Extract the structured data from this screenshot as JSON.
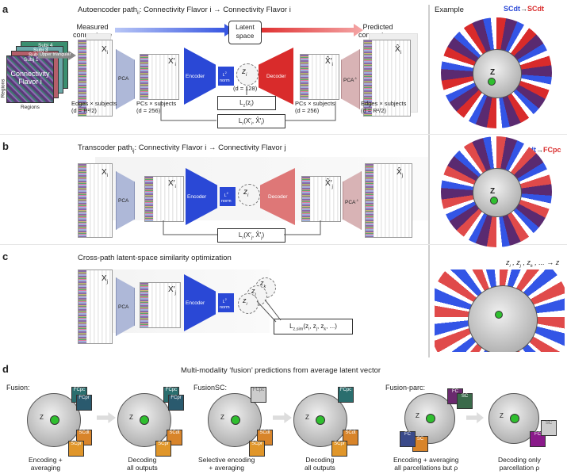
{
  "panels": {
    "a": {
      "letter": "a",
      "title": "Autoencoder path",
      "title_sub": "ii",
      "title_rest": ": Connectivity Flavor i → Connectivity Flavor i",
      "measured": "Measured\nconnectome",
      "predicted": "Predicted\nconnectome",
      "latent": "Latent\nspace",
      "regions_y": "Regions",
      "regions_x": "Regions",
      "upper": "Upper triangular",
      "stack_labels": [
        "Subj 4",
        "Subj 3",
        "Subj 2",
        "Subj 1"
      ],
      "flavor": "Connectivity\nFlavor i",
      "xi": "X",
      "xi_sub": "i",
      "xpi": "X′",
      "xpi_sub": "i",
      "zi": "z",
      "zi_sub": "i",
      "xhatpi": "X̂′",
      "xhatpi_sub": "i",
      "xhati": "X̂",
      "xhati_sub": "i",
      "pca": "PCA",
      "pcainv": "PCA",
      "encoder": "Encoder",
      "decoder": "Decoder",
      "norm": "norm",
      "l2": "L",
      "d128": "(d = 128)",
      "lz": "L",
      "lz_sub": "z",
      "lz_arg": "(z",
      "lr": "L",
      "lr_sub": "r",
      "lr_arg": "(X′",
      "edges_left": "Edges × subjects\n(d = R²/2)",
      "pcs_left": "PCs × subjects\n(d = 256)",
      "pcs_right": "PCs × subjects\n(d = 256)",
      "edges_right": "Edges × subjects\n(d = R²/2)",
      "example": "Example",
      "legend_from": "SCdt",
      "legend_to": "SCdt"
    },
    "b": {
      "letter": "b",
      "title": "Transcoder path",
      "title_sub": "ij",
      "title_rest": ": Connectivity Flavor i → Connectivity Flavor j",
      "xi": "X",
      "xi_sub": "i",
      "xpi": "X′",
      "xpi_sub": "i",
      "zi": "z",
      "zi_sub": "i",
      "xhatpj": "X̂′",
      "xhatpj_sub": "j",
      "xhatj": "X̂",
      "xhatj_sub": "j",
      "pca": "PCA",
      "pcainv": "PCA",
      "encoder": "Encoder",
      "decoder": "Decoder",
      "norm": "norm",
      "lr": "L",
      "lr_sub": "r",
      "lr_arg": "(X′",
      "legend_from": "SCdt",
      "legend_to": "FCpc"
    },
    "c": {
      "letter": "c",
      "title": "Cross-path latent-space similarity optimization",
      "xj": "X",
      "xj_sub": "j",
      "xpj": "X′",
      "xpj_sub": "j",
      "zi": "z",
      "zi_sub": "i",
      "zj": "z",
      "zj_sub": "j",
      "zk": "z",
      "zk_sub": "k",
      "pca": "PCA",
      "encoder": "Encoder",
      "norm": "norm",
      "lsim": "L",
      "lsim_sub": "z,sim",
      "lsim_arg": "(z",
      "conv": "z",
      "conv_rest": " , z",
      "conv_rest2": " , z",
      "conv_tail": " , ... → z"
    },
    "d": {
      "letter": "d",
      "title": "Multi-modality ‘fusion’ predictions from average latent vector",
      "fusion": "Fusion:",
      "fusionsc": "FusionSC:",
      "fusionparc": "Fusion-parc:",
      "enc_avg": "Encoding +\naveraging",
      "dec_all": "Decoding\nall outputs",
      "sel_enc": "Selective encoding\n+ averaging",
      "dec_all2": "Decoding\nall outputs",
      "enc_parc": "Encoding + averaging\nall parcellations but ρ",
      "dec_only": "Decoding only\nparcellation ρ",
      "z": "Z"
    }
  },
  "tile_labels": [
    "FCpc",
    "FCpr",
    "SCdt",
    "SCpr",
    "FC",
    "SC",
    "SC",
    "FC",
    "SC",
    "FC",
    "SC",
    "FC"
  ],
  "tile_sub": [
    "fs86",
    "cc400",
    "sh268",
    "cc439",
    "fs86",
    "fs86",
    "sh268",
    "cc400"
  ],
  "colors": {
    "encoder": "#2a48d6",
    "decoder": "#d92b2b",
    "blue_arrow": "#3355e6",
    "red_arrow": "#e03030",
    "pca": "#aeb8d8",
    "pcainv": "#d8b3b5",
    "fc_tile": "#6a2a6e",
    "sc_tile": "#d8842a",
    "green": "#2fbf2f"
  }
}
